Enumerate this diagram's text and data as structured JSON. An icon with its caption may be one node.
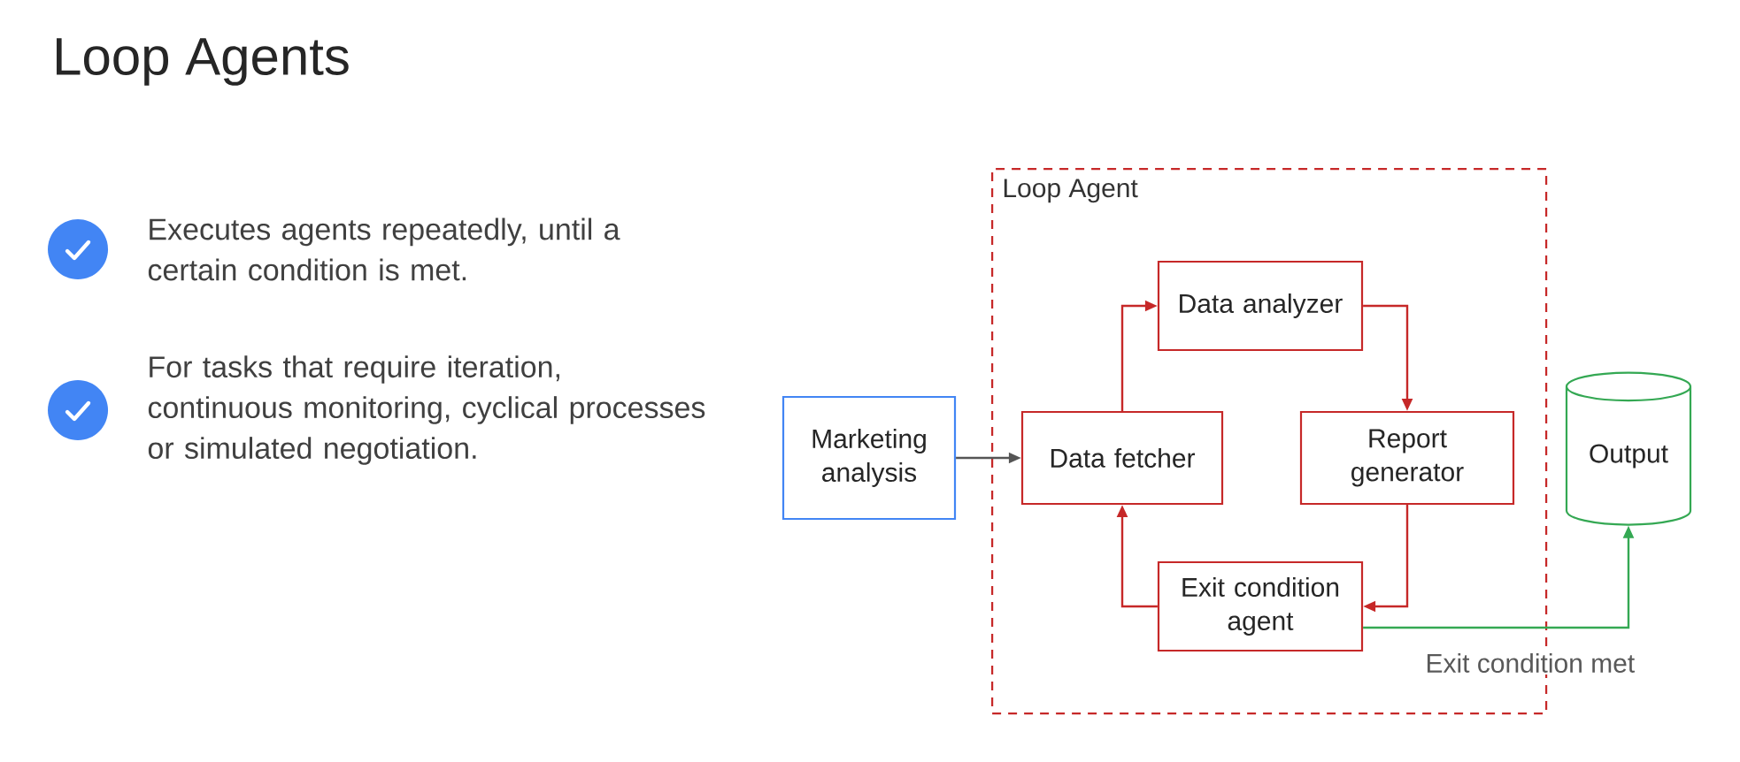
{
  "diagram": {
    "title": "Loop Agents",
    "nodes": [
      {
        "text": [
          "Loop Agent"
        ]
      },
      {
        "text": [
          "Data analyzer"
        ],
        "in": 0
      },
      {
        "text": [
          "Marketing analysis"
        ]
      },
      {
        "text": [
          "Data fetcher"
        ],
        "in": 0
      },
      {
        "text": [
          "Report generator"
        ],
        "in": 0
      },
      {
        "text": [
          "Exit condition agent"
        ],
        "in": 0
      },
      {
        "text": [
          "Output"
        ]
      }
    ],
    "edges": [
      {
        "from": 2,
        "to": 3,
        "arrow": "to",
        "color": "#555555"
      },
      {
        "from": 3,
        "to": 1,
        "arrow": "to"
      },
      {
        "from": 1,
        "to": 4,
        "arrow": "to"
      },
      {
        "from": 4,
        "to": 5,
        "arrow": "to"
      },
      {
        "from": 5,
        "to": 3,
        "arrow": "to"
      },
      {
        "from": 5,
        "to": 6,
        "arrow": "to",
        "label": "Exit condition met",
        "color": "#34a853"
      }
    ],
    "labels": [
      "Executes agents repeatedly, until a certain condition is met.",
      "For tasks that require iteration, continuous monitoring, cyclical processes or simulated negotiation."
    ]
  }
}
